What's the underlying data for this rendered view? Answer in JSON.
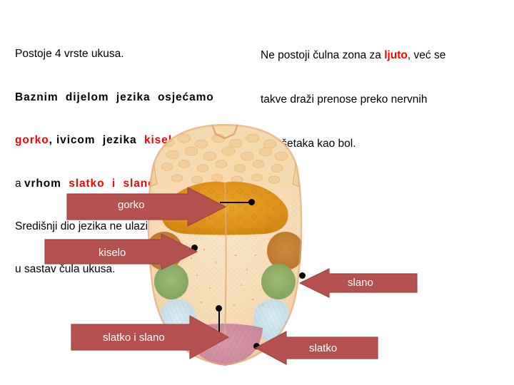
{
  "slide": {
    "title_text_left": "Postoje 4 vrste ukusa.",
    "left_text": {
      "line1": "Postoje 4 vrste ukusa.",
      "line2": "Baznim  dijelom  jezika  osjećamo",
      "line3_a": "gorko",
      "line3_b": ", ivicom  jezika  ",
      "line3_c": "kiselo",
      "line3_d": ",",
      "line4_a": "a ",
      "line4_b": "vrhom  ",
      "line4_c": "slatko  i  slano",
      "line4_d": ".",
      "line5": "Središnji dio jezika ne ulazi",
      "line6": "u sastav čula ukusa."
    },
    "right_text": {
      "line1_a": "Ne postoji čulna zona za ",
      "line1_b": "ljuto",
      "line1_c": ", već se",
      "line2": "takve draži prenose preko nervnih",
      "line3": "završetaka kao bol."
    }
  },
  "callouts": [
    {
      "id": "gorko",
      "label": "gorko",
      "direction": "right",
      "target_zone": "bitter"
    },
    {
      "id": "kiselo",
      "label": "kiselo",
      "direction": "right",
      "target_zone": "sour"
    },
    {
      "id": "slano",
      "label": "slano",
      "direction": "left",
      "target_zone": "salty"
    },
    {
      "id": "slatko-i-slano",
      "label": "slatko i slano",
      "direction": "right",
      "target_zone": "sweet-salty"
    },
    {
      "id": "slatko",
      "label": "slatko",
      "direction": "left",
      "target_zone": "sweet"
    }
  ],
  "figure": {
    "name": "tongue-taste-map",
    "zones": [
      {
        "name": "bitter",
        "label": "gorko",
        "color": "#dd9018"
      },
      {
        "name": "sour",
        "label": "kiselo",
        "color": "#c07b33"
      },
      {
        "name": "salty",
        "label": "slano",
        "color": "#8aab63"
      },
      {
        "name": "sweet-salty",
        "label": "slatko i slano",
        "color": "#c3ddea"
      },
      {
        "name": "sweet",
        "label": "slatko",
        "color": "#cf8e9e"
      }
    ],
    "base_color": "#f3d9b4"
  },
  "colors": {
    "arrow_fill": "#b4504e",
    "arrow_stroke": "#a34644",
    "highlight_red": "#ff0000",
    "text": "#000000",
    "background": "#ffffff"
  }
}
